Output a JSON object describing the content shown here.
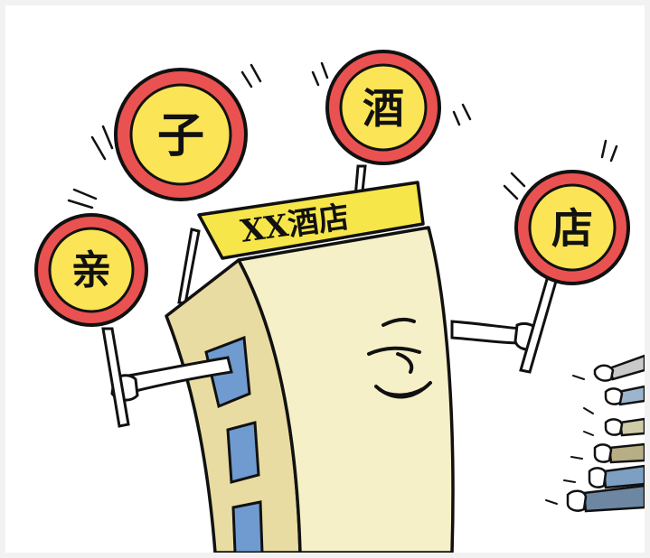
{
  "banner": {
    "text": "XX酒店"
  },
  "signs": [
    {
      "char": "亲"
    },
    {
      "char": "子"
    },
    {
      "char": "酒"
    },
    {
      "char": "店"
    }
  ],
  "colors": {
    "sign_ring": "#ea5252",
    "sign_center": "#fbe455",
    "banner": "#f7e64a",
    "building_front": "#f6f0c8",
    "building_side": "#e9dca3",
    "window": "#6f9bd0",
    "outline": "#111111"
  }
}
